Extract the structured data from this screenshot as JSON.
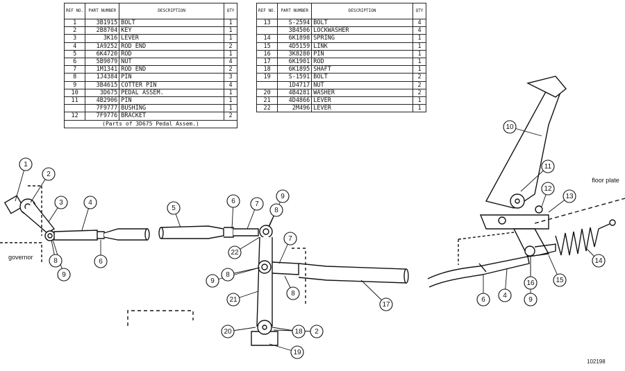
{
  "table_headers": {
    "ref": "REF NO.",
    "part": "PART NUMBER",
    "description": "DESCRIPTION",
    "qty": "QTY"
  },
  "parts_left": [
    {
      "ref": "1",
      "part": "3B1915",
      "desc": "BOLT",
      "qty": "1"
    },
    {
      "ref": "2",
      "part": "2B8704",
      "desc": "KEY",
      "qty": "1"
    },
    {
      "ref": "3",
      "part": "3K16",
      "desc": "LEVER",
      "qty": "1"
    },
    {
      "ref": "4",
      "part": "1A9252",
      "desc": "ROD END",
      "qty": "2"
    },
    {
      "ref": "5",
      "part": "6K4720",
      "desc": "ROD",
      "qty": "1"
    },
    {
      "ref": "6",
      "part": "5B9079",
      "desc": "NUT",
      "qty": "4"
    },
    {
      "ref": "7",
      "part": "1M1341",
      "desc": "ROD END",
      "qty": "2"
    },
    {
      "ref": "8",
      "part": "1J4384",
      "desc": "PIN",
      "qty": "3"
    },
    {
      "ref": "9",
      "part": "3B4615",
      "desc": "COTTER PIN",
      "qty": "4"
    },
    {
      "ref": "10",
      "part": "3D675",
      "desc": "PEDAL ASSEM.",
      "qty": "1"
    },
    {
      "ref": "11",
      "part": "4B2906",
      "desc": "PIN",
      "qty": "1"
    },
    {
      "ref": "",
      "part": "7F9777",
      "desc": "BUSHING",
      "qty": "1"
    },
    {
      "ref": "12",
      "part": "7F9776",
      "desc": "BRACKET",
      "qty": "2"
    }
  ],
  "parts_left_note": "(Parts of 3D675 Pedal Assem.)",
  "parts_right": [
    {
      "ref": "13",
      "part": "S-2594",
      "desc": "BOLT",
      "qty": "4"
    },
    {
      "ref": "",
      "part": "3B4506",
      "desc": "LOCKWASHER",
      "qty": "4"
    },
    {
      "ref": "14",
      "part": "6K1898",
      "desc": "SPRING",
      "qty": "1"
    },
    {
      "ref": "15",
      "part": "4D5159",
      "desc": "LINK",
      "qty": "1"
    },
    {
      "ref": "16",
      "part": "3K8280",
      "desc": "PIN",
      "qty": "1"
    },
    {
      "ref": "17",
      "part": "6K1901",
      "desc": "ROD",
      "qty": "1"
    },
    {
      "ref": "18",
      "part": "6K1895",
      "desc": "SHAFT",
      "qty": "1"
    },
    {
      "ref": "19",
      "part": "S-1591",
      "desc": "BOLT",
      "qty": "2"
    },
    {
      "ref": "",
      "part": "1D4717",
      "desc": "NUT",
      "qty": "2"
    },
    {
      "ref": "20",
      "part": "4B4281",
      "desc": "WASHER",
      "qty": "2"
    },
    {
      "ref": "21",
      "part": "4D4866",
      "desc": "LEVER",
      "qty": "1"
    },
    {
      "ref": "22",
      "part": "2M496",
      "desc": "LEVER",
      "qty": "1"
    }
  ],
  "callouts": [
    "1",
    "2",
    "3",
    "4",
    "8",
    "9",
    "6",
    "5",
    "6",
    "7",
    "9",
    "8",
    "22",
    "7",
    "9",
    "8",
    "21",
    "8",
    "17",
    "20",
    "18",
    "2",
    "19",
    "10",
    "11",
    "12",
    "13",
    "14",
    "15",
    "6",
    "4",
    "16",
    "9"
  ],
  "labels": {
    "governor": "governor",
    "floor_plate": "floor plate",
    "drawing_number": "102198"
  },
  "colors": {
    "line": "#111111",
    "background": "#ffffff"
  }
}
